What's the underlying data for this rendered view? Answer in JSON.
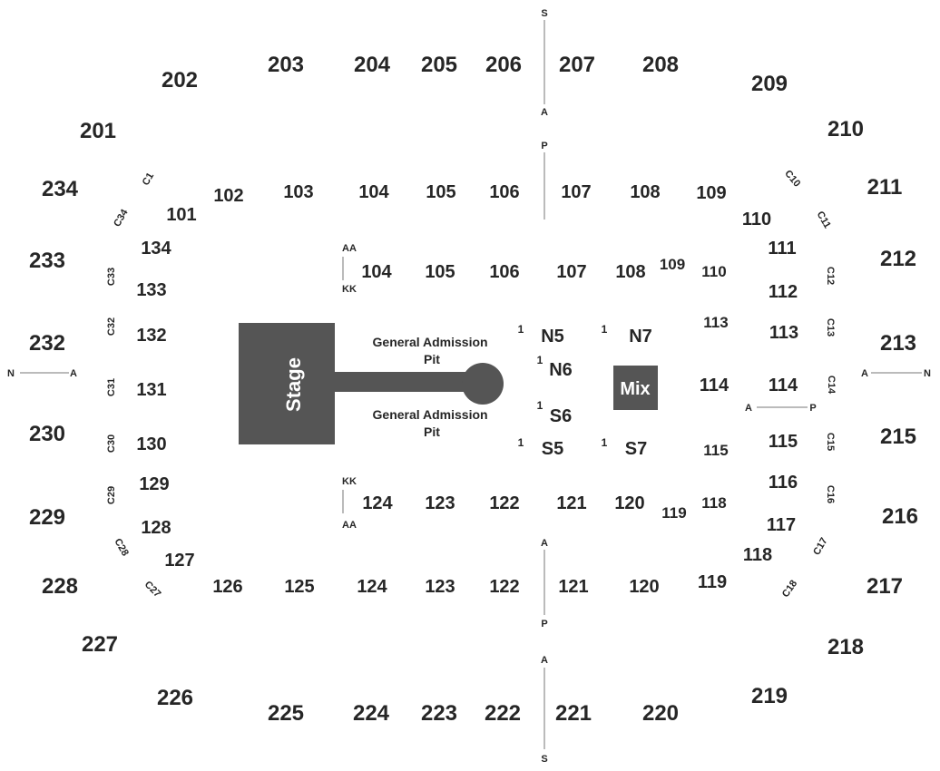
{
  "upper_sections": [
    "201",
    "202",
    "203",
    "204",
    "205",
    "206",
    "207",
    "208",
    "209",
    "210",
    "211",
    "212",
    "213",
    "215",
    "216",
    "217",
    "218",
    "219",
    "220",
    "221",
    "222",
    "223",
    "224",
    "225",
    "226",
    "227",
    "228",
    "229",
    "230",
    "232",
    "233",
    "234"
  ],
  "lower_outer_sections": [
    "101",
    "102",
    "103",
    "104",
    "105",
    "106",
    "107",
    "108",
    "109",
    "110",
    "111",
    "112",
    "113",
    "114",
    "115",
    "116",
    "117",
    "118",
    "119",
    "120",
    "121",
    "122",
    "123",
    "124",
    "125",
    "126",
    "127",
    "128",
    "129",
    "130",
    "131",
    "132",
    "133",
    "134"
  ],
  "lower_inner_sections": [
    "104",
    "105",
    "106",
    "107",
    "108",
    "109",
    "110",
    "113",
    "114",
    "115",
    "118",
    "119",
    "120",
    "121",
    "122",
    "123",
    "124"
  ],
  "club_labels": [
    "C1",
    "C10",
    "C11",
    "C12",
    "C13",
    "C14",
    "C15",
    "C16",
    "C17",
    "C18",
    "C27",
    "C28",
    "C29",
    "C30",
    "C31",
    "C32",
    "C33",
    "C34"
  ],
  "floor": {
    "stage": "Stage",
    "ga_pit": "General Admission\nPit",
    "mix": "Mix",
    "sections": [
      "N5",
      "N6",
      "N7",
      "S5",
      "S6",
      "S7"
    ],
    "row_number": "1"
  },
  "aisle_markers": {
    "north": [
      "N",
      "A"
    ],
    "east": [
      "A",
      "N"
    ],
    "south_top": [
      "S",
      "A"
    ],
    "p_top": "P",
    "south_bottom": [
      "A",
      "P"
    ],
    "south_bottom_lower": [
      "A",
      "S"
    ],
    "mix_row": [
      "A",
      "P"
    ],
    "rows_top": [
      "AA",
      "KK"
    ],
    "rows_bottom": [
      "KK",
      "AA"
    ]
  },
  "colors": {
    "ink": "#262626",
    "fill_dark": "#555555",
    "background": "#ffffff"
  }
}
